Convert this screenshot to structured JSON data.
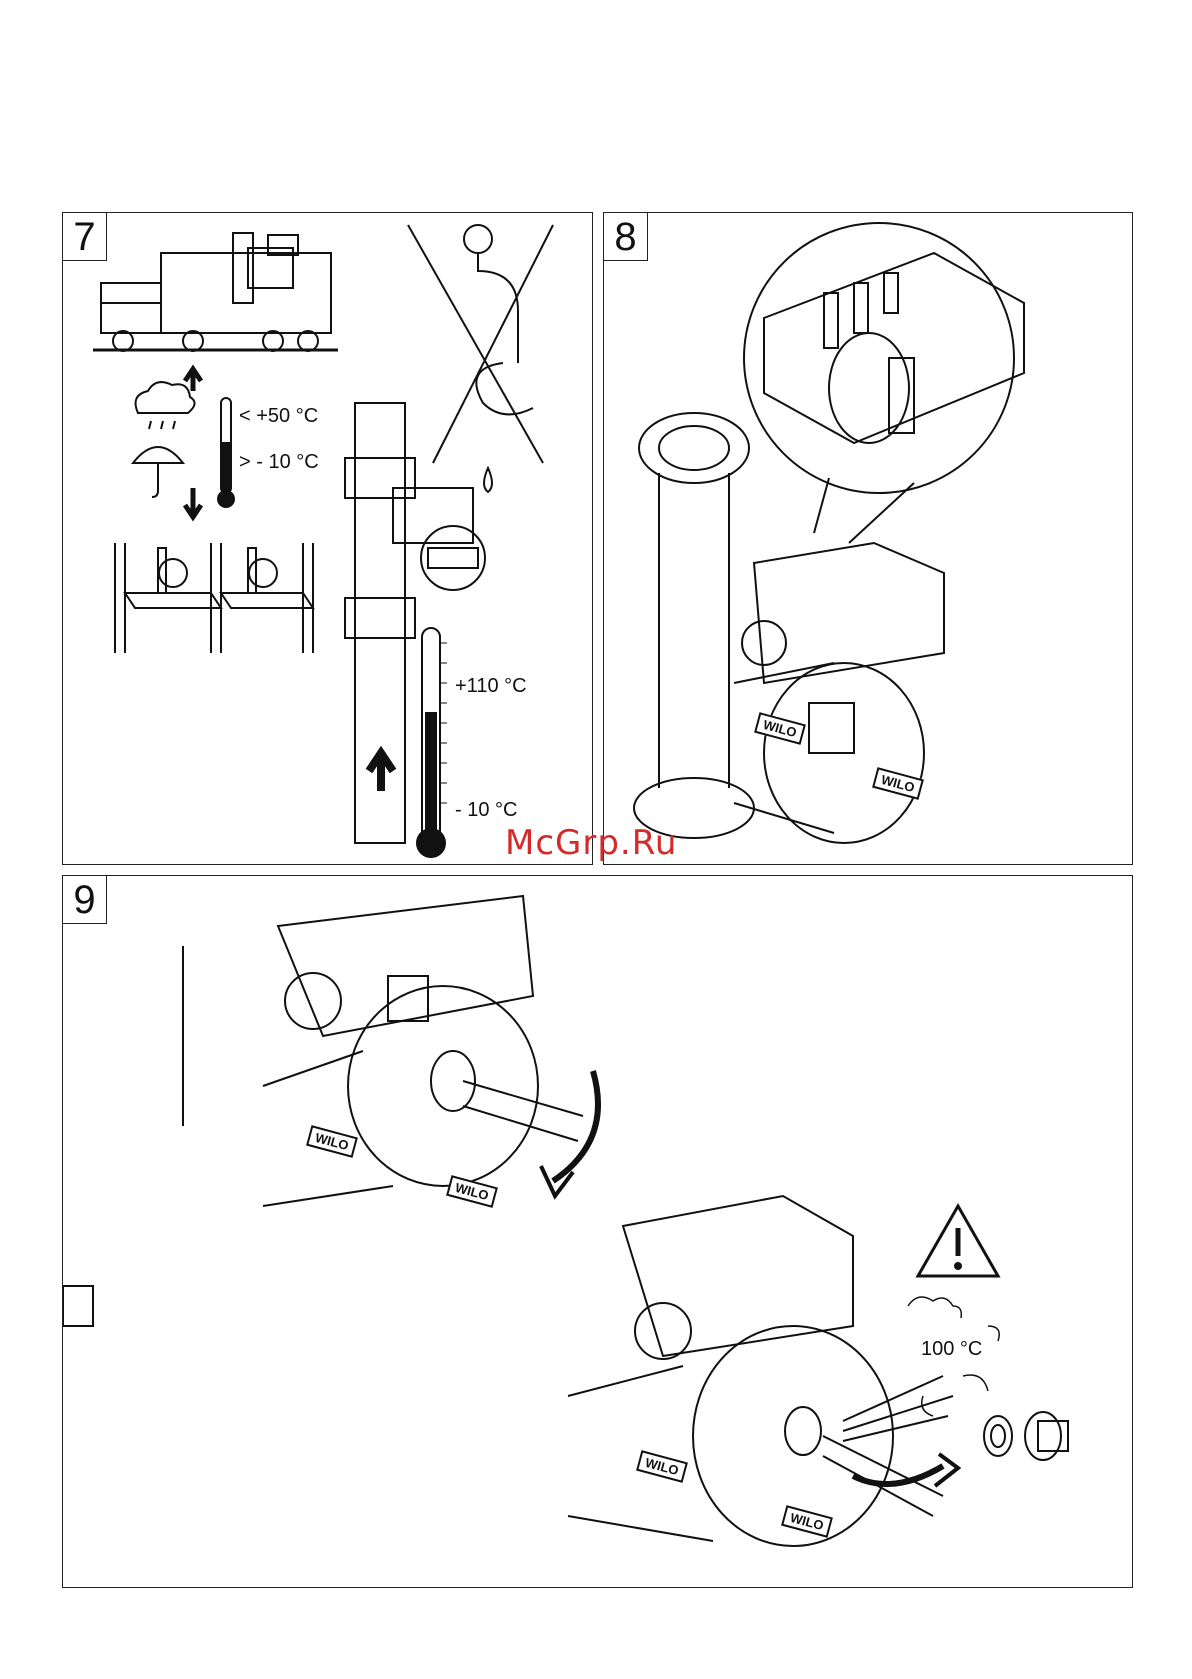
{
  "panels": [
    {
      "number": "7"
    },
    {
      "number": "8"
    },
    {
      "number": "9"
    }
  ],
  "panel7": {
    "temp_max_storage": "< +50 °C",
    "temp_min_storage": "> - 10 °C",
    "temp_max_fluid": "+110 °C",
    "temp_min_fluid": "- 10 °C"
  },
  "panel9": {
    "temp_hot": "100 °C"
  },
  "brand": "WILO",
  "watermark": "McGrp.Ru",
  "colors": {
    "line": "#111111",
    "watermark": "#d42a2a"
  }
}
